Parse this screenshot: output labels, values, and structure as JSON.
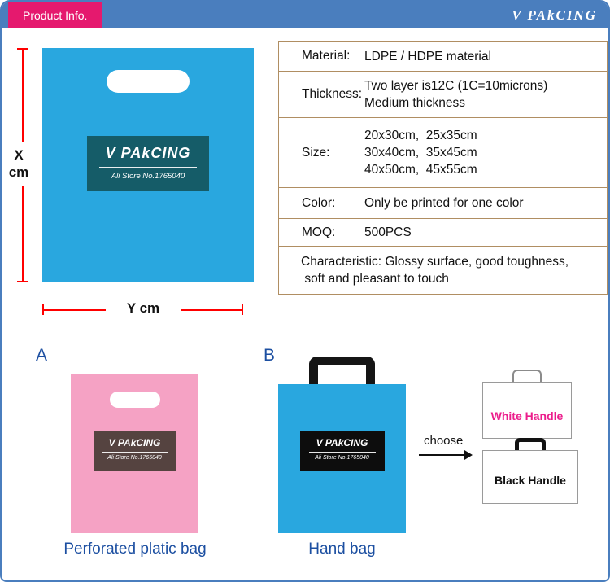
{
  "header": {
    "badge": "Product Info.",
    "brand": "V PAkCING"
  },
  "main_bag": {
    "brand": "V PAkCING",
    "store": "Ali Store No.1765040"
  },
  "measurements": {
    "x_line1": "X",
    "x_line2": "cm",
    "y": "Y cm"
  },
  "spec_table": {
    "rows": [
      {
        "label": "Material:",
        "value": "LDPE / HDPE material"
      },
      {
        "label": "Thickness:",
        "line1": "Two layer is12C (1C=10microns)",
        "line2": "Medium thickness"
      },
      {
        "label": "Size:",
        "line1": "20x30cm,  25x35cm",
        "line2": "30x40cm,  35x45cm",
        "line3": "40x50cm,  45x55cm"
      },
      {
        "label": "Color:",
        "value": "Only be printed for one color"
      },
      {
        "label": "MOQ:",
        "value": "500PCS"
      },
      {
        "line1": "Characteristic: Glossy surface, good toughness,",
        "line2": " soft and pleasant to touch"
      }
    ]
  },
  "options": {
    "a": {
      "label": "A",
      "caption": "Perforated platic bag",
      "bag_brand": "V PAkCING",
      "bag_store": "Ali Store No.1765040"
    },
    "b": {
      "label": "B",
      "caption": "Hand bag",
      "bag_brand": "V PAkCING",
      "bag_store": "Ali Store No.1765040"
    },
    "choose": "choose",
    "white_handle": "White Handle",
    "black_handle": "Black Handle"
  },
  "colors": {
    "header_blue": "#4A7EBE",
    "badge_pink": "#E5196E",
    "bag_cyan": "#29A7DF",
    "bag_label_teal": "#155C68",
    "bag_pink": "#F5A2C4",
    "pink_label_brown": "#554340",
    "table_border_tan": "#B08E62",
    "measure_red": "#FF0000",
    "caption_blue": "#1C4FA1",
    "white_handle_magenta": "#EC1E8C"
  }
}
